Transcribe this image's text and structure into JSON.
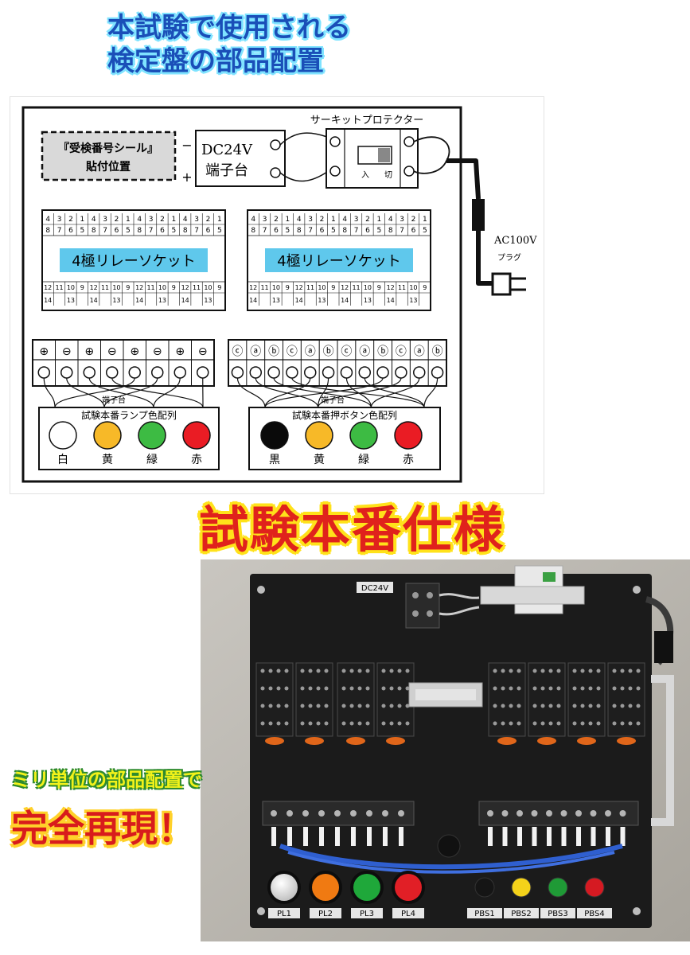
{
  "headline": {
    "line1": "本試験で使用される",
    "line2": "検定盤の部品配置"
  },
  "diagram": {
    "seal_line1": "『受検番号シール』",
    "seal_line2": "貼付位置",
    "dc_line1": "DC24V",
    "dc_line2": "端子台",
    "minus": "−",
    "plus": "+",
    "cp_label": "サーキットプロテクター",
    "cp_on": "入",
    "cp_off": "切",
    "ac_label": "AC100V",
    "plug_label": "プラグ",
    "relay_socket_label": "4極リレーソケット",
    "relay_top_nums": [
      "4",
      "3",
      "2",
      "1",
      "4",
      "3",
      "2",
      "1",
      "4",
      "3",
      "2",
      "1",
      "4",
      "3",
      "2",
      "1"
    ],
    "relay_mid_nums": [
      "8",
      "7",
      "6",
      "5",
      "8",
      "7",
      "6",
      "5",
      "8",
      "7",
      "6",
      "5",
      "8",
      "7",
      "6",
      "5"
    ],
    "relay_bot1_nums": [
      "12",
      "11",
      "10",
      "9",
      "12",
      "11",
      "10",
      "9",
      "12",
      "11",
      "10",
      "9",
      "12",
      "11",
      "10",
      "9"
    ],
    "relay_bot2_nums": [
      "14",
      "13",
      "14",
      "13",
      "14",
      "13",
      "14",
      "13"
    ],
    "lamp_terminal_symbols": [
      "⊕",
      "⊖",
      "⊕",
      "⊖",
      "⊕",
      "⊖",
      "⊕",
      "⊖"
    ],
    "button_terminal_symbols": [
      "ⓒ",
      "ⓐ",
      "ⓑ",
      "ⓒ",
      "ⓐ",
      "ⓑ",
      "ⓒ",
      "ⓐ",
      "ⓑ",
      "ⓒ",
      "ⓐ",
      "ⓑ"
    ],
    "terminal_block_label": "端子台",
    "lamp_panel_title": "試験本番ランプ色配列",
    "button_panel_title": "試験本番押ボタン色配列",
    "lamps": [
      {
        "label": "白",
        "color": "#ffffff"
      },
      {
        "label": "黄",
        "color": "#f7b928"
      },
      {
        "label": "緑",
        "color": "#3dbb43"
      },
      {
        "label": "赤",
        "color": "#ea1c24"
      }
    ],
    "buttons": [
      {
        "label": "黒",
        "color": "#0a0a0a"
      },
      {
        "label": "黄",
        "color": "#f7b928"
      },
      {
        "label": "緑",
        "color": "#3dbb43"
      },
      {
        "label": "赤",
        "color": "#ea1c24"
      }
    ]
  },
  "spec_title": "試験本番仕様",
  "photo": {
    "dc_tag": "DC24V",
    "lamp_tags": [
      "PL1",
      "PL2",
      "PL3",
      "PL4"
    ],
    "lamp_colors": [
      "#e6e6e6",
      "#f07a12",
      "#1fa83a",
      "#e11f26"
    ],
    "button_tags": [
      "PBS1",
      "PBS2",
      "PBS3",
      "PBS4"
    ],
    "button_colors": [
      "#151515",
      "#f4d21a",
      "#1f9a36",
      "#d51a22"
    ]
  },
  "caption": {
    "line1": "ミリ単位の部品配置で",
    "line2": "完全再現！"
  },
  "colors": {
    "headline": "#1a4fb8",
    "relay_label_bg": "#5fc8ec",
    "spec_red": "#e0221c",
    "spec_yellow": "#ffe21a"
  }
}
